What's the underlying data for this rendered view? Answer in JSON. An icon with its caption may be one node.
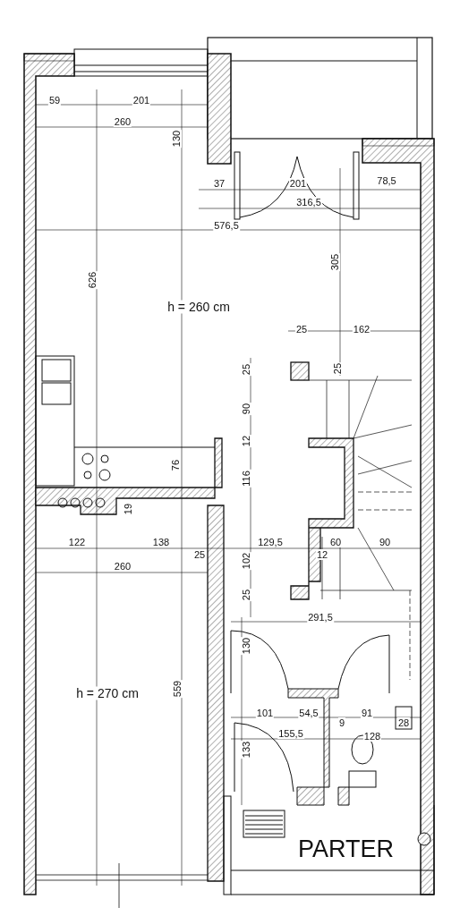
{
  "diagram": {
    "title": "PARTER",
    "labels": [
      "59",
      "201",
      "260",
      "130",
      "37",
      "201",
      "78,5",
      "316,5",
      "576,5",
      "626",
      "305",
      "h = 260 cm",
      "25",
      "162",
      "25",
      "25",
      "90",
      "12",
      "76",
      "116",
      "19",
      "122",
      "138",
      "129,5",
      "60",
      "90",
      "25",
      "12",
      "260",
      "102",
      "25",
      "291,5",
      "130",
      "h = 270 cm",
      "559",
      "101",
      "54,5",
      "9",
      "91",
      "28",
      "155,5",
      "128",
      "133"
    ]
  }
}
